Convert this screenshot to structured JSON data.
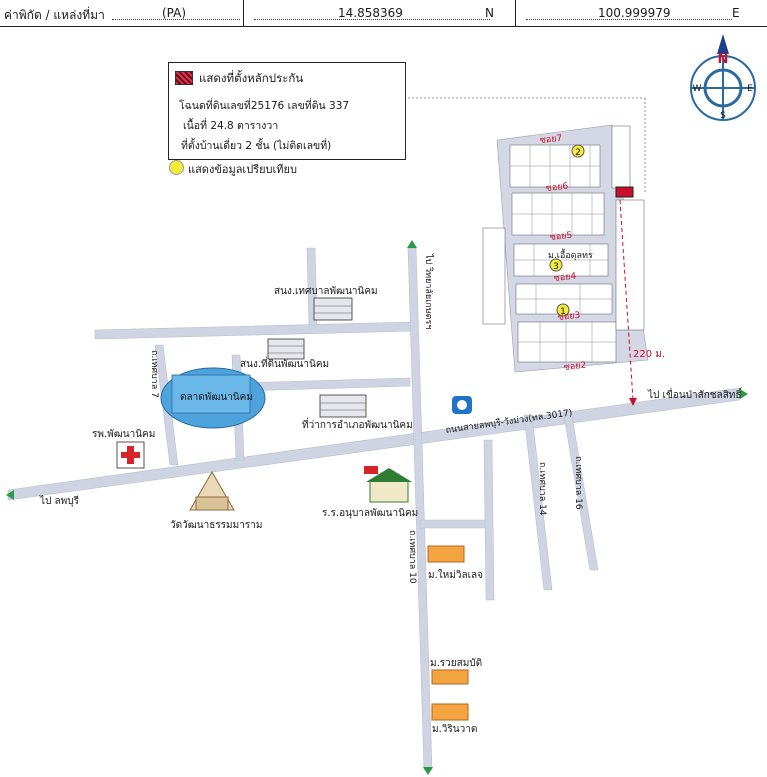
{
  "header": {
    "coord_label": "ค่าพิกัด / แหล่งที่มา",
    "source": "(PA)",
    "lat": "14.858369",
    "lat_unit": "N",
    "lon": "100.999979",
    "lon_unit": "E"
  },
  "legend": {
    "collateral_label": "แสดงที่ตั้งหลักประกัน",
    "deed": "โฉนดที่ดินเลขที่25176 เลขที่ดิน 337",
    "area": "เนื้อที่ 24.8 ตารางวา",
    "building": "ที่ตั้งบ้านเดี่ยว 2 ชั้น (ไม่ติดเลขที่)",
    "compare_label": "แสดงข้อมูลเปรียบเทียบ"
  },
  "compass": {
    "n": "N",
    "s": "S",
    "e": "E",
    "w": "W"
  },
  "places": {
    "to_lopburi": "ไป ลพบุรี",
    "to_dam": "ไป เขื่อนป่าสักชลสิทธิ์",
    "to_college": "ไป วิทยาลัยเกษตรฯ",
    "main_road": "ถนนสายลพบุรี-วังม่วง(ทล.3017)",
    "municipality": "สนง.เทศบาลพัฒนานิคม",
    "land_office": "สนง.ที่ดินพัฒนานิคม",
    "district_office": "ที่ว่าการอำเภอพัฒนานิคม",
    "market": "ตลาดพัฒนานิคม",
    "hospital": "รพ.พัฒนานิคม",
    "temple": "วัดวัฒนาธรรมมาราม",
    "kindergarten": "ร.ร.อนุบาลพัฒนานิคม",
    "soi7": "ถ.เทศบาล 7",
    "soi10": "ถ.เทศบาล 10",
    "soi14": "ถ.เทศบาล 14",
    "soi16": "ถ.เทศบาล 16",
    "village_main": "ม.เอื้อดุลทร",
    "village_mai": "ม.ใหม่วิลเลจ",
    "village_ruay": "ม.รวยสมบัติ",
    "village_wiri": "ม.วิรินวาต",
    "distance": "220 ม.",
    "soi_a": "ซอย7",
    "soi_b": "ซอย6",
    "soi_c": "ซอย5",
    "soi_d": "ซอย4",
    "soi_e": "ซอย3",
    "soi_f": "ซอย2",
    "cmp1": "1",
    "cmp2": "2",
    "cmp3": "3"
  },
  "colors": {
    "road": "#cfd4e2",
    "market": "#4fa3dd",
    "marker": "#c8102e",
    "compare": "#f5ec3a"
  }
}
